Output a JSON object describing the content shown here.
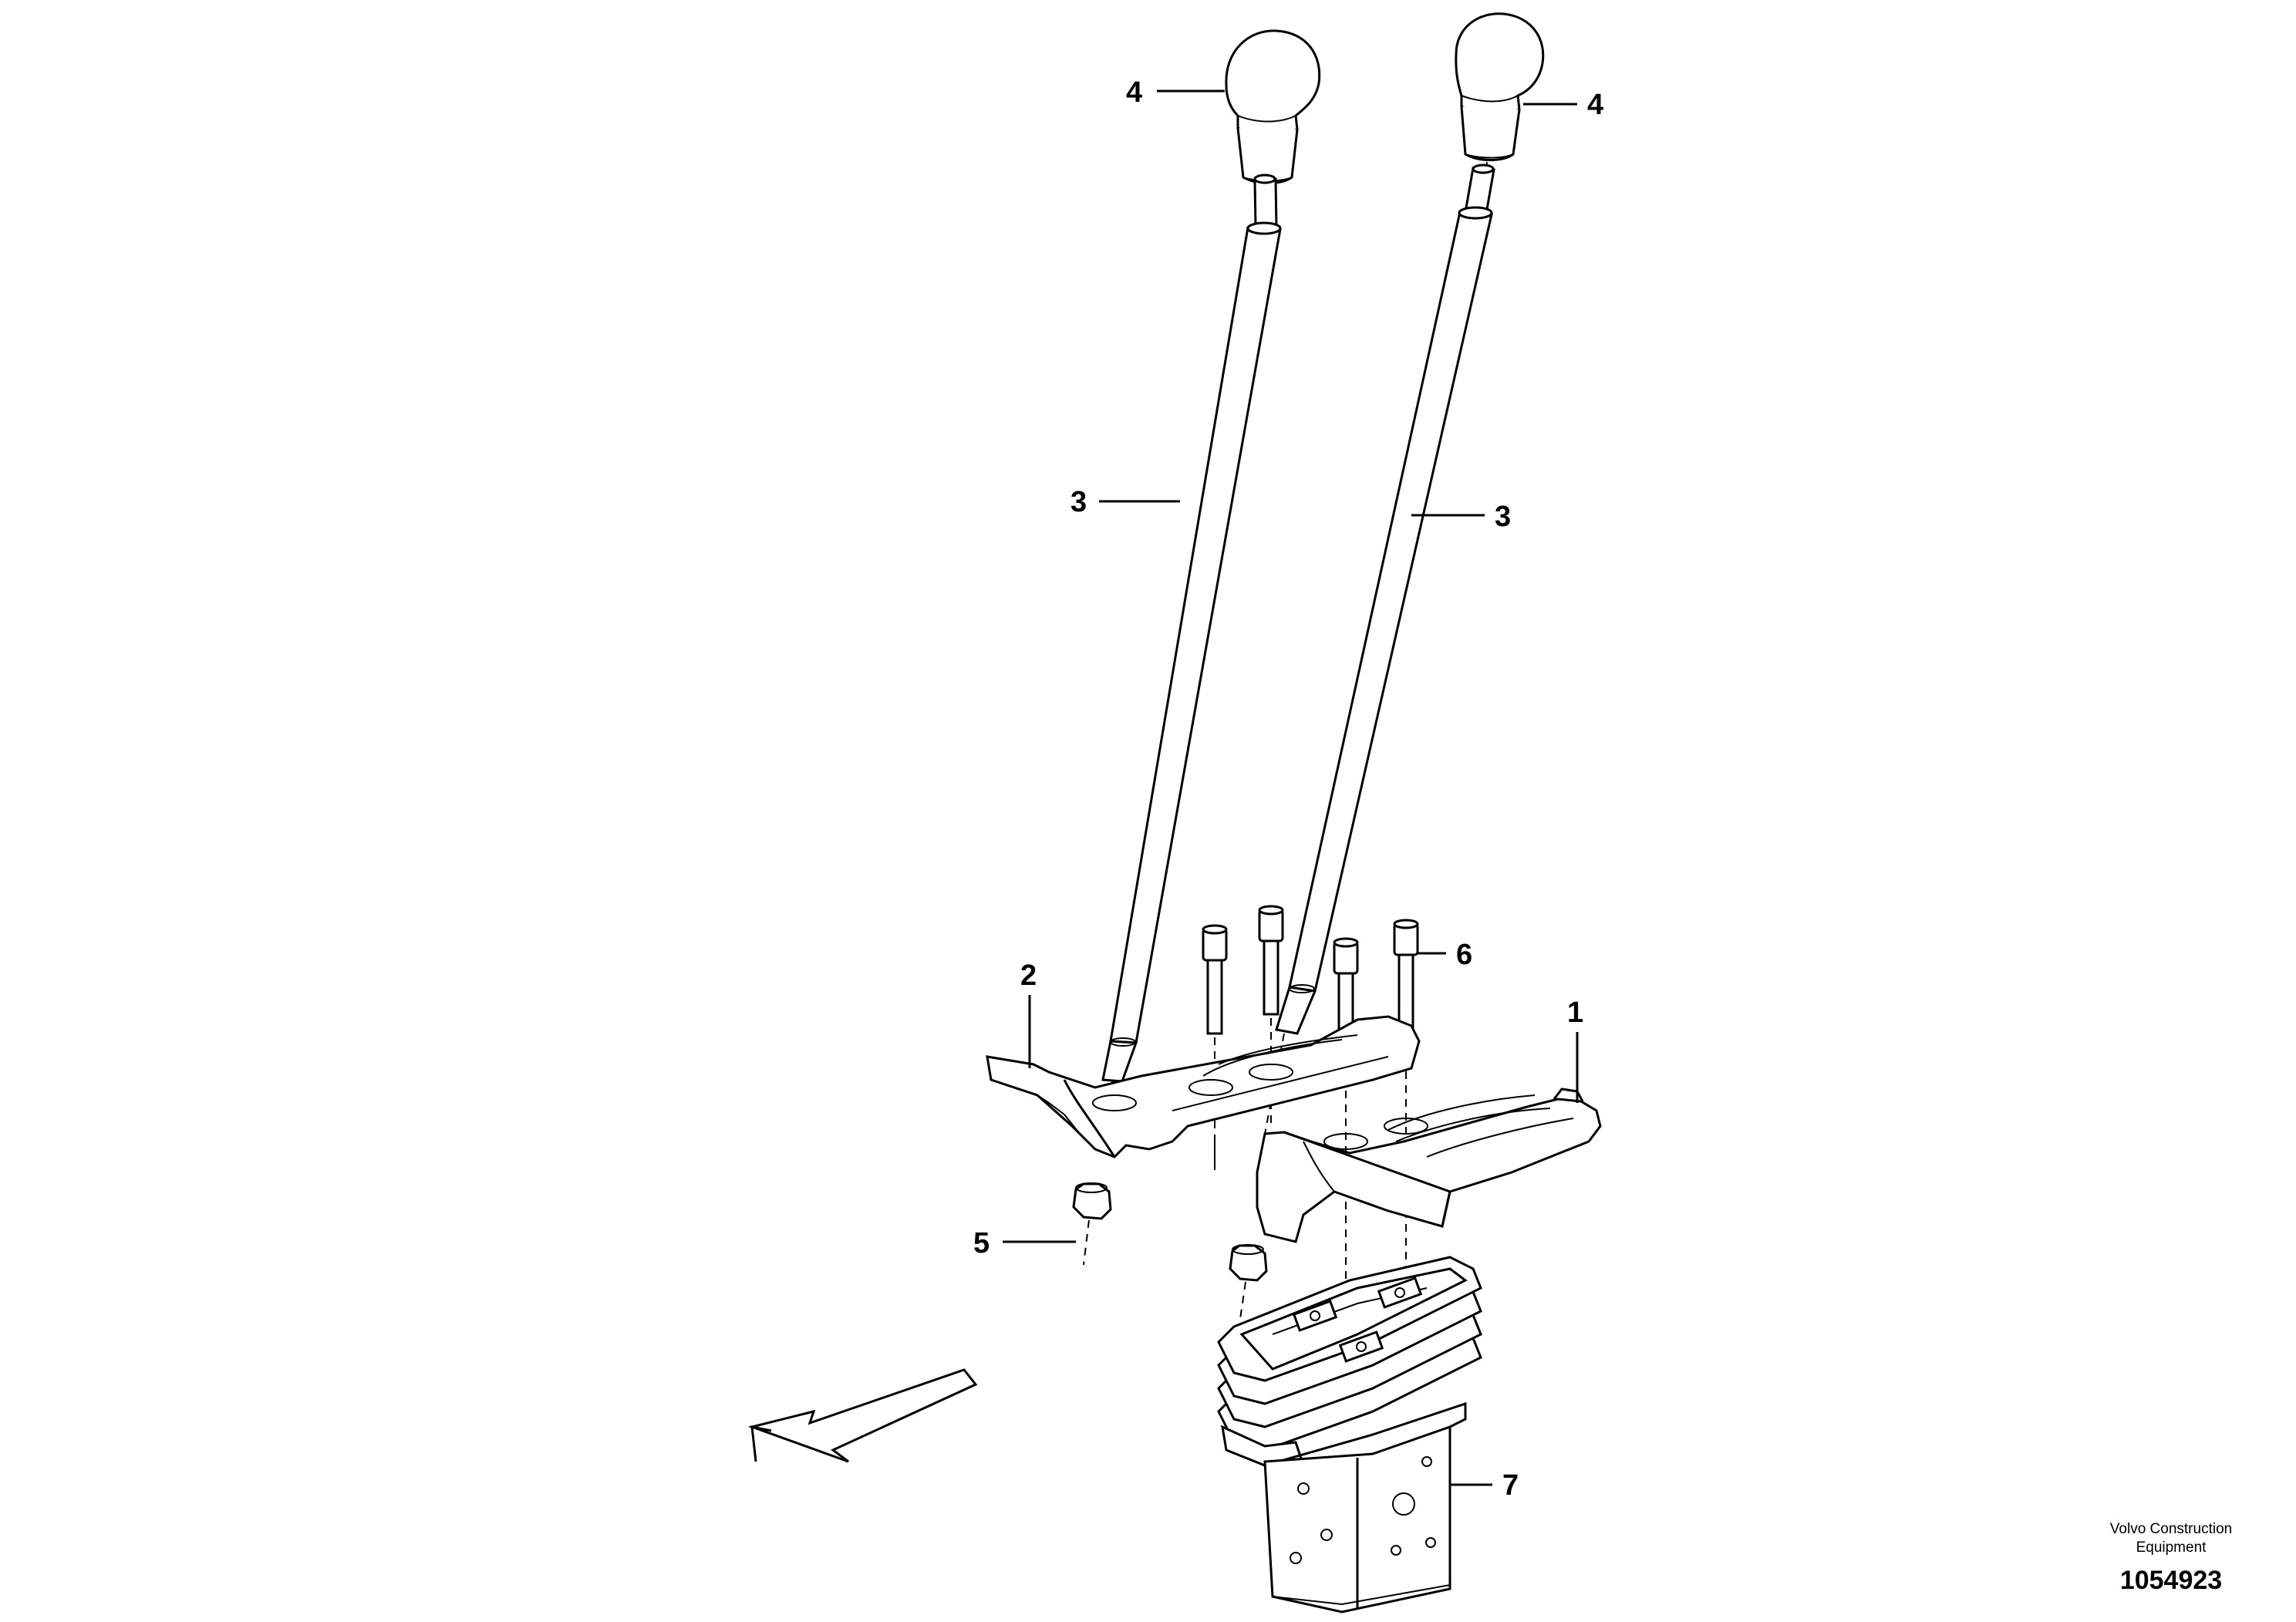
{
  "diagram": {
    "callouts": [
      {
        "id": "knob-left",
        "label": "4"
      },
      {
        "id": "knob-right",
        "label": "4"
      },
      {
        "id": "rod-left",
        "label": "3"
      },
      {
        "id": "rod-right",
        "label": "3"
      },
      {
        "id": "screws",
        "label": "6"
      },
      {
        "id": "support-left",
        "label": "2"
      },
      {
        "id": "support-right",
        "label": "1"
      },
      {
        "id": "nut",
        "label": "5"
      },
      {
        "id": "control-valve",
        "label": "7"
      }
    ],
    "credit": {
      "line1": "Volvo Construction",
      "line2": "Equipment"
    },
    "drawing_number": "1054923"
  }
}
